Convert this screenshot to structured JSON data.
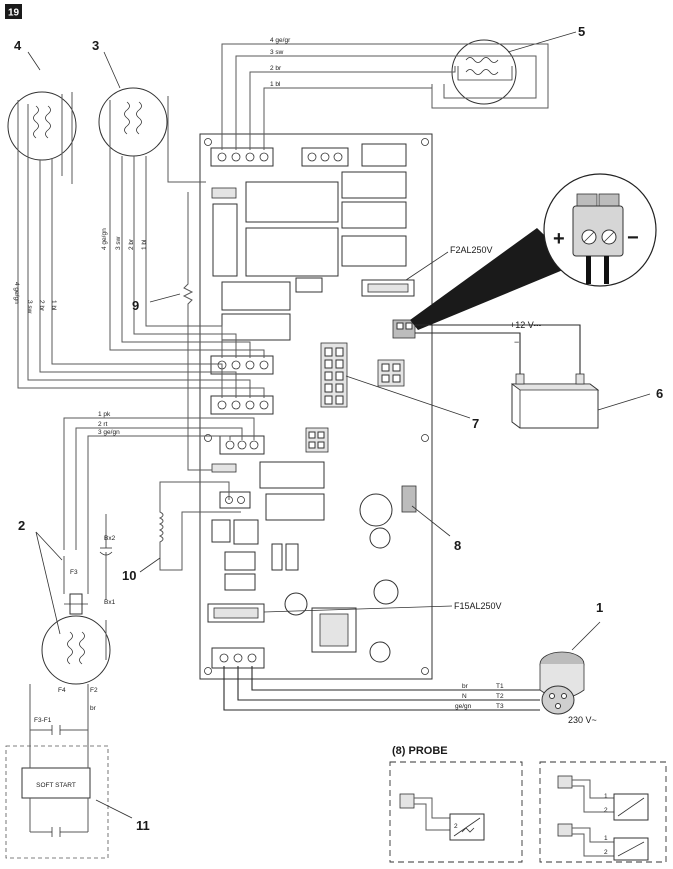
{
  "figure_number": "19",
  "callouts": [
    "1",
    "2",
    "3",
    "4",
    "5",
    "6",
    "7",
    "8",
    "9",
    "10",
    "11"
  ],
  "fuses": {
    "f2": "F2AL250V",
    "f15": "F15AL250V"
  },
  "power_label": "+12 V⎓",
  "polarity": {
    "plus": "+",
    "minus": "−",
    "wire_minus": "−"
  },
  "mains": "230 V~",
  "probe_title": "(8) PROBE",
  "soft_start": "SOFT START",
  "wires_top": [
    "4 ge/gr",
    "3 sw",
    "2 br",
    "1 bl"
  ],
  "wires_left4": [
    "4 ge/gn",
    "3 sw",
    "2 br",
    "1 bl"
  ],
  "wires_left3": [
    "4 ge/gn",
    "3 sw",
    "2 br",
    "1 bl"
  ],
  "wires_mid": [
    "1 pk",
    "2 rt",
    "3 ge/gn"
  ],
  "mains_wires": [
    "br",
    "N",
    "ge/gn"
  ],
  "mains_terms": [
    "T1",
    "T2",
    "T3"
  ],
  "term_labels": [
    "F3",
    "F4",
    "F2",
    "F3-F1",
    "br",
    "Bx2",
    "Bx1"
  ],
  "probe_numbers": [
    "1",
    "2"
  ],
  "icons": [
    "plug-icon",
    "battery-icon",
    "connector-icon",
    "coil-icon",
    "capacitor-icon",
    "transformer-icon",
    "ntc-probe-icon"
  ]
}
